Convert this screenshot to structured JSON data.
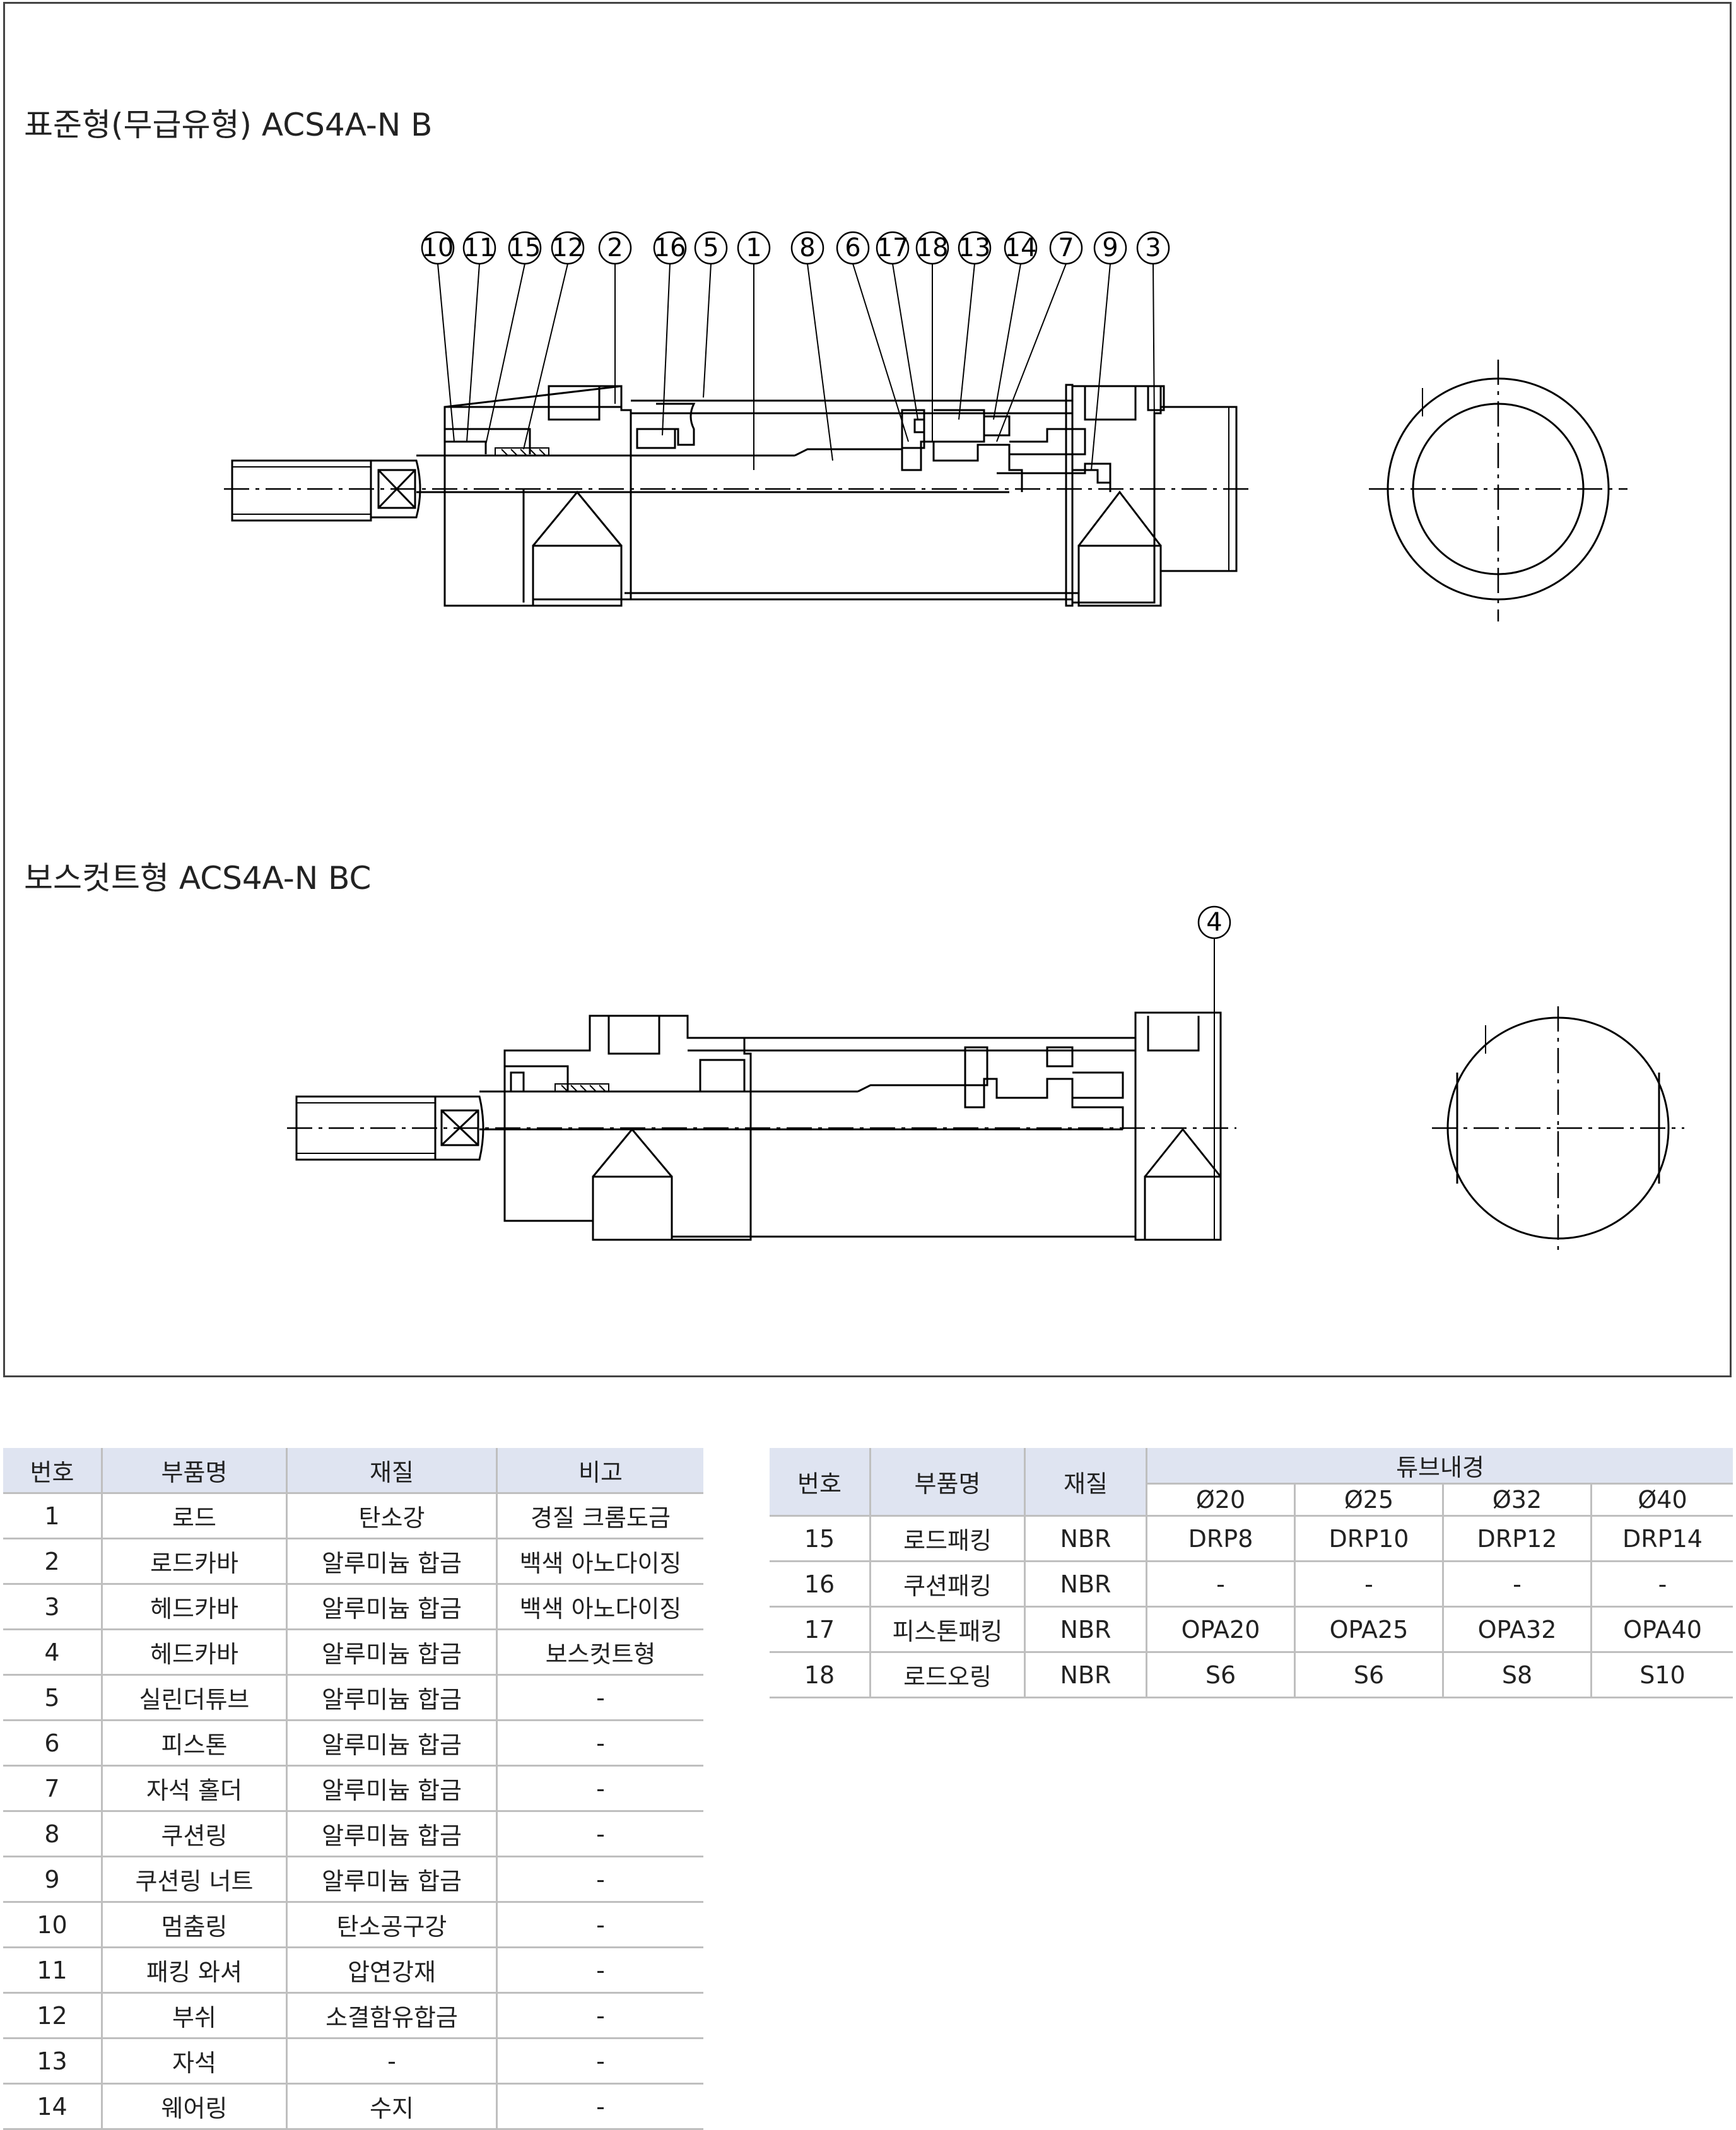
{
  "diagram": {
    "title_standard": "표준형(무급유형) ACS4A-N B",
    "title_boss_cut": "보스컷트형 ACS4A-N BC",
    "callouts_standard": [
      "10",
      "11",
      "15",
      "12",
      "2",
      "16",
      "5",
      "1",
      "8",
      "6",
      "17",
      "18",
      "13",
      "14",
      "7",
      "9",
      "3"
    ],
    "callouts_boss_cut": [
      "4"
    ]
  },
  "table_left": {
    "headers": [
      "번호",
      "부품명",
      "재질",
      "비고"
    ],
    "rows": [
      [
        "1",
        "로드",
        "탄소강",
        "경질 크롬도금"
      ],
      [
        "2",
        "로드카바",
        "알루미늄 합금",
        "백색 아노다이징"
      ],
      [
        "3",
        "헤드카바",
        "알루미늄 합금",
        "백색 아노다이징"
      ],
      [
        "4",
        "헤드카바",
        "알루미늄 합금",
        "보스컷트형"
      ],
      [
        "5",
        "실린더튜브",
        "알루미늄 합금",
        "-"
      ],
      [
        "6",
        "피스톤",
        "알루미늄 합금",
        "-"
      ],
      [
        "7",
        "자석 홀더",
        "알루미늄 합금",
        "-"
      ],
      [
        "8",
        "쿠션링",
        "알루미늄 합금",
        "-"
      ],
      [
        "9",
        "쿠션링 너트",
        "알루미늄 합금",
        "-"
      ],
      [
        "10",
        "멈춤링",
        "탄소공구강",
        "-"
      ],
      [
        "11",
        "패킹 와셔",
        "압연강재",
        "-"
      ],
      [
        "12",
        "부쉬",
        "소결함유합금",
        "-"
      ],
      [
        "13",
        "자석",
        "-",
        "-"
      ],
      [
        "14",
        "웨어링",
        "수지",
        "-"
      ]
    ]
  },
  "table_right": {
    "headers": [
      "번호",
      "부품명",
      "재질"
    ],
    "group_header": "튜브내경",
    "sizes": [
      "Ø20",
      "Ø25",
      "Ø32",
      "Ø40"
    ],
    "rows": [
      [
        "15",
        "로드패킹",
        "NBR",
        "DRP8",
        "DRP10",
        "DRP12",
        "DRP14"
      ],
      [
        "16",
        "쿠션패킹",
        "NBR",
        "-",
        "-",
        "-",
        "-"
      ],
      [
        "17",
        "피스톤패킹",
        "NBR",
        "OPA20",
        "OPA25",
        "OPA32",
        "OPA40"
      ],
      [
        "18",
        "로드오링",
        "NBR",
        "S6",
        "S6",
        "S8",
        "S10"
      ]
    ]
  },
  "colors": {
    "header_bg": "#dfe4f1",
    "border": "#bfbfbf",
    "frame": "#444444"
  }
}
